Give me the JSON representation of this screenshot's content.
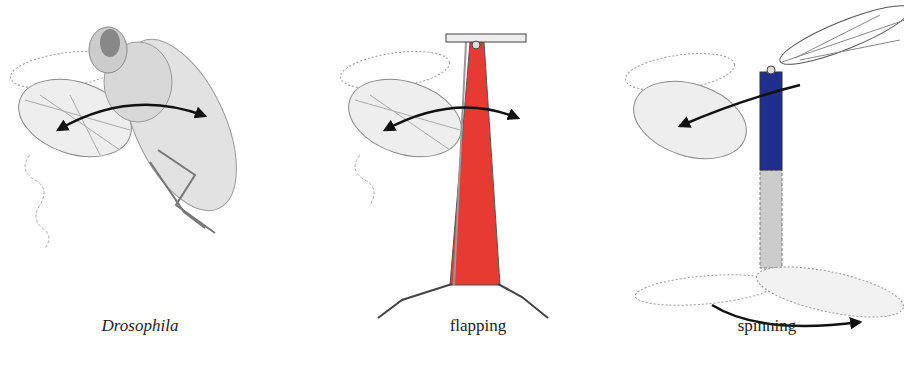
{
  "diagram": {
    "labels": [
      "Drosophila",
      "flapping",
      "spinning"
    ]
  }
}
